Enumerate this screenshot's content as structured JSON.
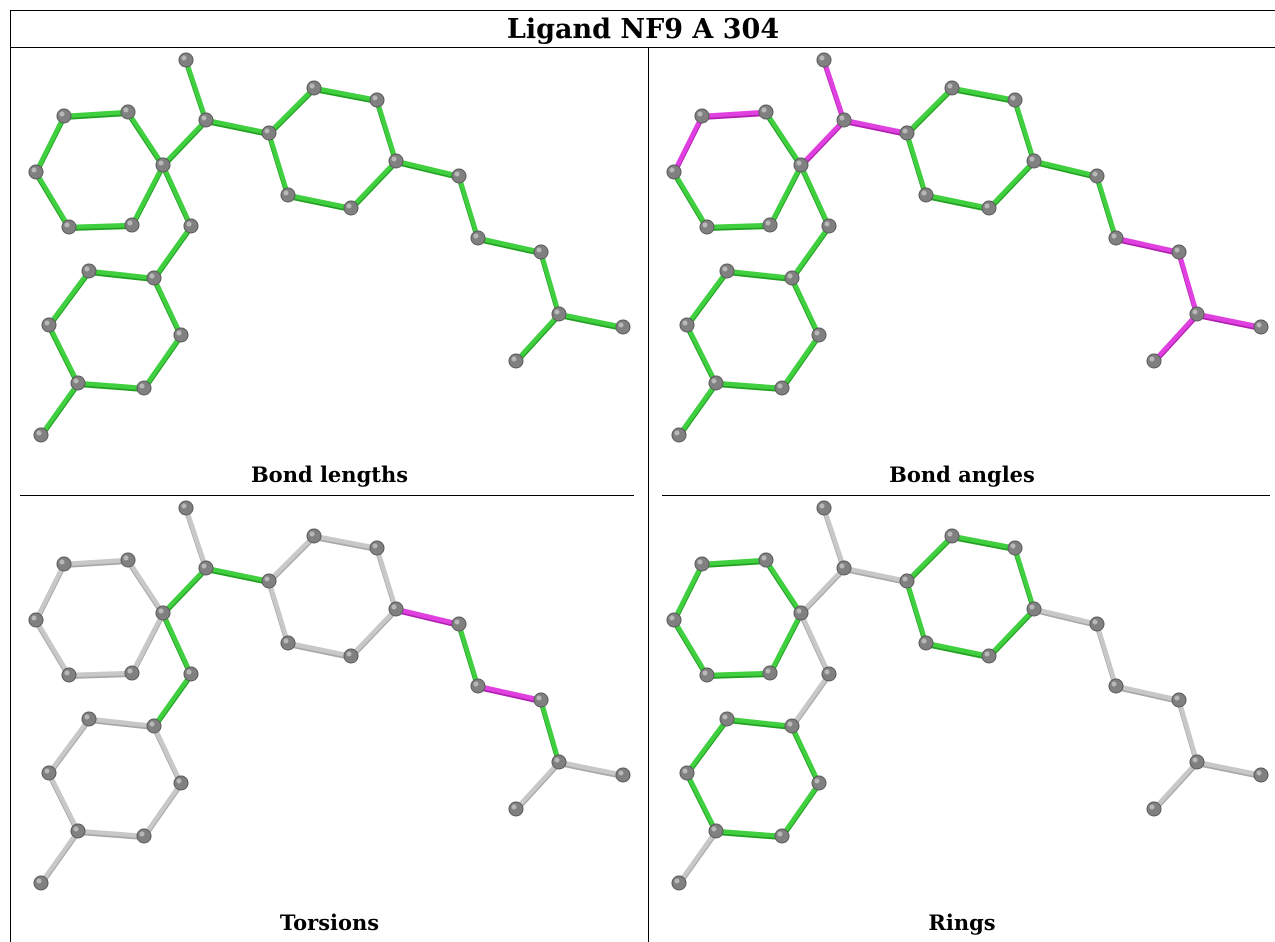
{
  "title": "Ligand NF9 A 304",
  "panels": [
    {
      "caption": "Bond lengths"
    },
    {
      "caption": "Bond angles"
    },
    {
      "caption": "Torsions"
    },
    {
      "caption": "Rings"
    }
  ],
  "colors": {
    "green": "#3fcf3f",
    "magenta": "#e040e0",
    "gray_bond": "#c8c8c8",
    "atom": "#808080"
  }
}
